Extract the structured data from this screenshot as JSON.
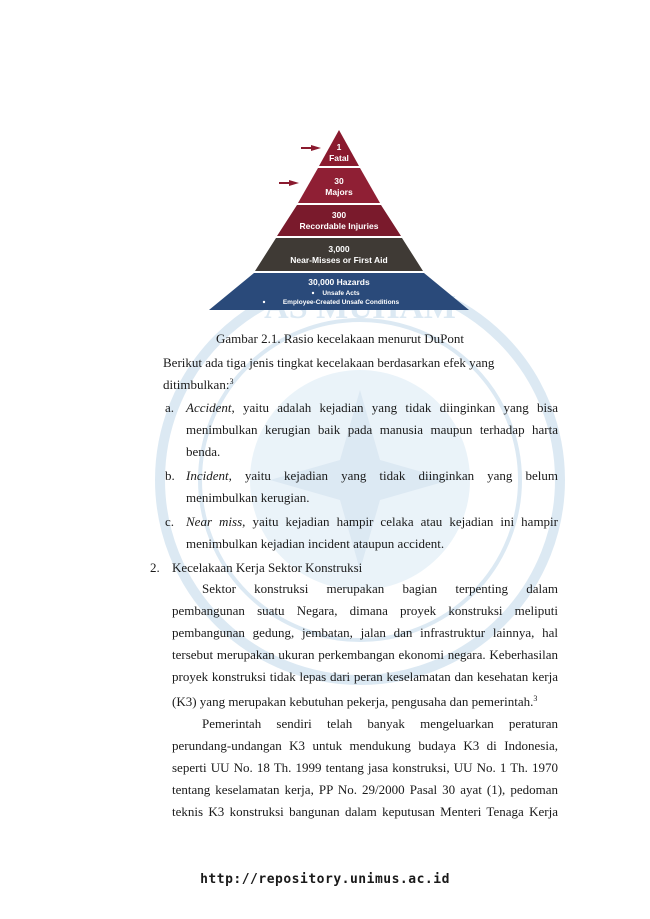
{
  "figure": {
    "levels": [
      {
        "line1": "1",
        "line2": "Fatal"
      },
      {
        "line1": "30",
        "line2": "Majors"
      },
      {
        "line1": "300",
        "line2": "Recordable Injuries"
      },
      {
        "line1": "3,000",
        "line2": "Near-Misses or First Aid"
      },
      {
        "line1": "30,000 Hazards",
        "bullet1": "Unsafe Acts",
        "bullet2": "Employee-Created Unsafe Conditions"
      }
    ],
    "caption": "Gambar 2.1. Rasio kecelakaan menurut DuPont"
  },
  "intro": {
    "line1": "Berikut ada tiga jenis tingkat kecelakaan berdasarkan efek yang",
    "line2": "ditimbulkan:",
    "ref": "3"
  },
  "list": [
    {
      "marker": "a.",
      "term": "Accident",
      "line1_rest": ", yaitu adalah kejadian yang tidak diinginkan yang bisa",
      "line2": "menimbulkan kerugian baik pada manusia maupun terhadap harta",
      "line3": "benda."
    },
    {
      "marker": "b.",
      "term": "Incident",
      "line1_rest": ", yaitu kejadian yang tidak diinginkan yang belum",
      "line2": "menimbulkan kerugian."
    },
    {
      "marker": "c.",
      "term": "Near miss",
      "line1_rest": ", yaitu kejadian hampir celaka atau kejadian ini hampir",
      "line2": "menimbulkan kejadian incident ataupun accident."
    }
  ],
  "section": {
    "number": "2.",
    "title": "Kecelakaan Kerja Sektor Konstruksi"
  },
  "paragraph1": {
    "line1": "Sektor konstruksi merupakan bagian terpenting dalam",
    "line2": "pembangunan suatu Negara, dimana proyek konstruksi meliputi",
    "line3": "pembangunan gedung, jembatan, jalan dan infrastruktur lainnya, hal",
    "line4": "tersebut merupakan ukuran perkembangan ekonomi negara. Keberhasilan",
    "line5": "proyek konstruksi tidak lepas dari peran keselamatan dan kesehatan kerja",
    "line6": "(K3) yang merupakan kebutuhan pekerja, pengusaha dan pemerintah.",
    "ref": "3"
  },
  "paragraph2": {
    "line1": "Pemerintah sendiri telah banyak mengeluarkan peraturan",
    "line2": "perundang-undangan K3 untuk mendukung budaya K3 di Indonesia,",
    "line3": "seperti UU No. 18 Th. 1999 tentang jasa konstruksi, UU No. 1 Th. 1970",
    "line4": "tentang keselamatan kerja, PP No. 29/2000 Pasal 30 ayat (1), pedoman",
    "line5": "teknis K3 konstruksi bangunan dalam keputusan Menteri Tenaga Kerja"
  },
  "watermark": {
    "arc_text": "AS MUHAM"
  },
  "footer": {
    "url": "http://repository.unimus.ac.id"
  }
}
